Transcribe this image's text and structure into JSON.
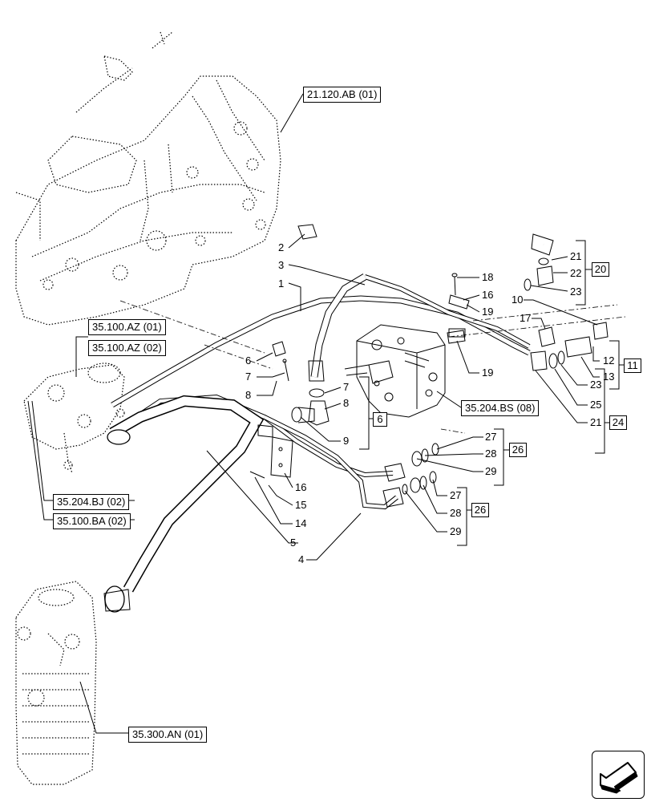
{
  "refs": {
    "r1": "21.120.AB (01)",
    "r2": "35.100.AZ (01)",
    "r3": "35.100.AZ (02)",
    "r4": "35.204.BS (08)",
    "r5": "35.204.BJ (02)",
    "r6": "35.100.BA (02)",
    "r7": "35.300.AN (01)"
  },
  "kits": {
    "k20": "20",
    "k11": "11",
    "k24": "24",
    "k6": "6",
    "k26a": "26",
    "k26b": "26"
  },
  "callouts": {
    "c2": "2",
    "c3": "3",
    "c1": "1",
    "c18": "18",
    "c16a": "16",
    "c19a": "19",
    "c21a": "21",
    "c22": "22",
    "c23a": "23",
    "c10": "10",
    "c17": "17",
    "c12": "12",
    "c13": "13",
    "c19b": "19",
    "c23b": "23",
    "c25": "25",
    "c21b": "21",
    "c6": "6",
    "c7a": "7",
    "c8a": "8",
    "c7b": "7",
    "c8b": "8",
    "c9": "9",
    "c27a": "27",
    "c28a": "28",
    "c29a": "29",
    "c27b": "27",
    "c28b": "28",
    "c29b": "29",
    "c16b": "16",
    "c15": "15",
    "c14": "14",
    "c5": "5",
    "c4": "4"
  }
}
